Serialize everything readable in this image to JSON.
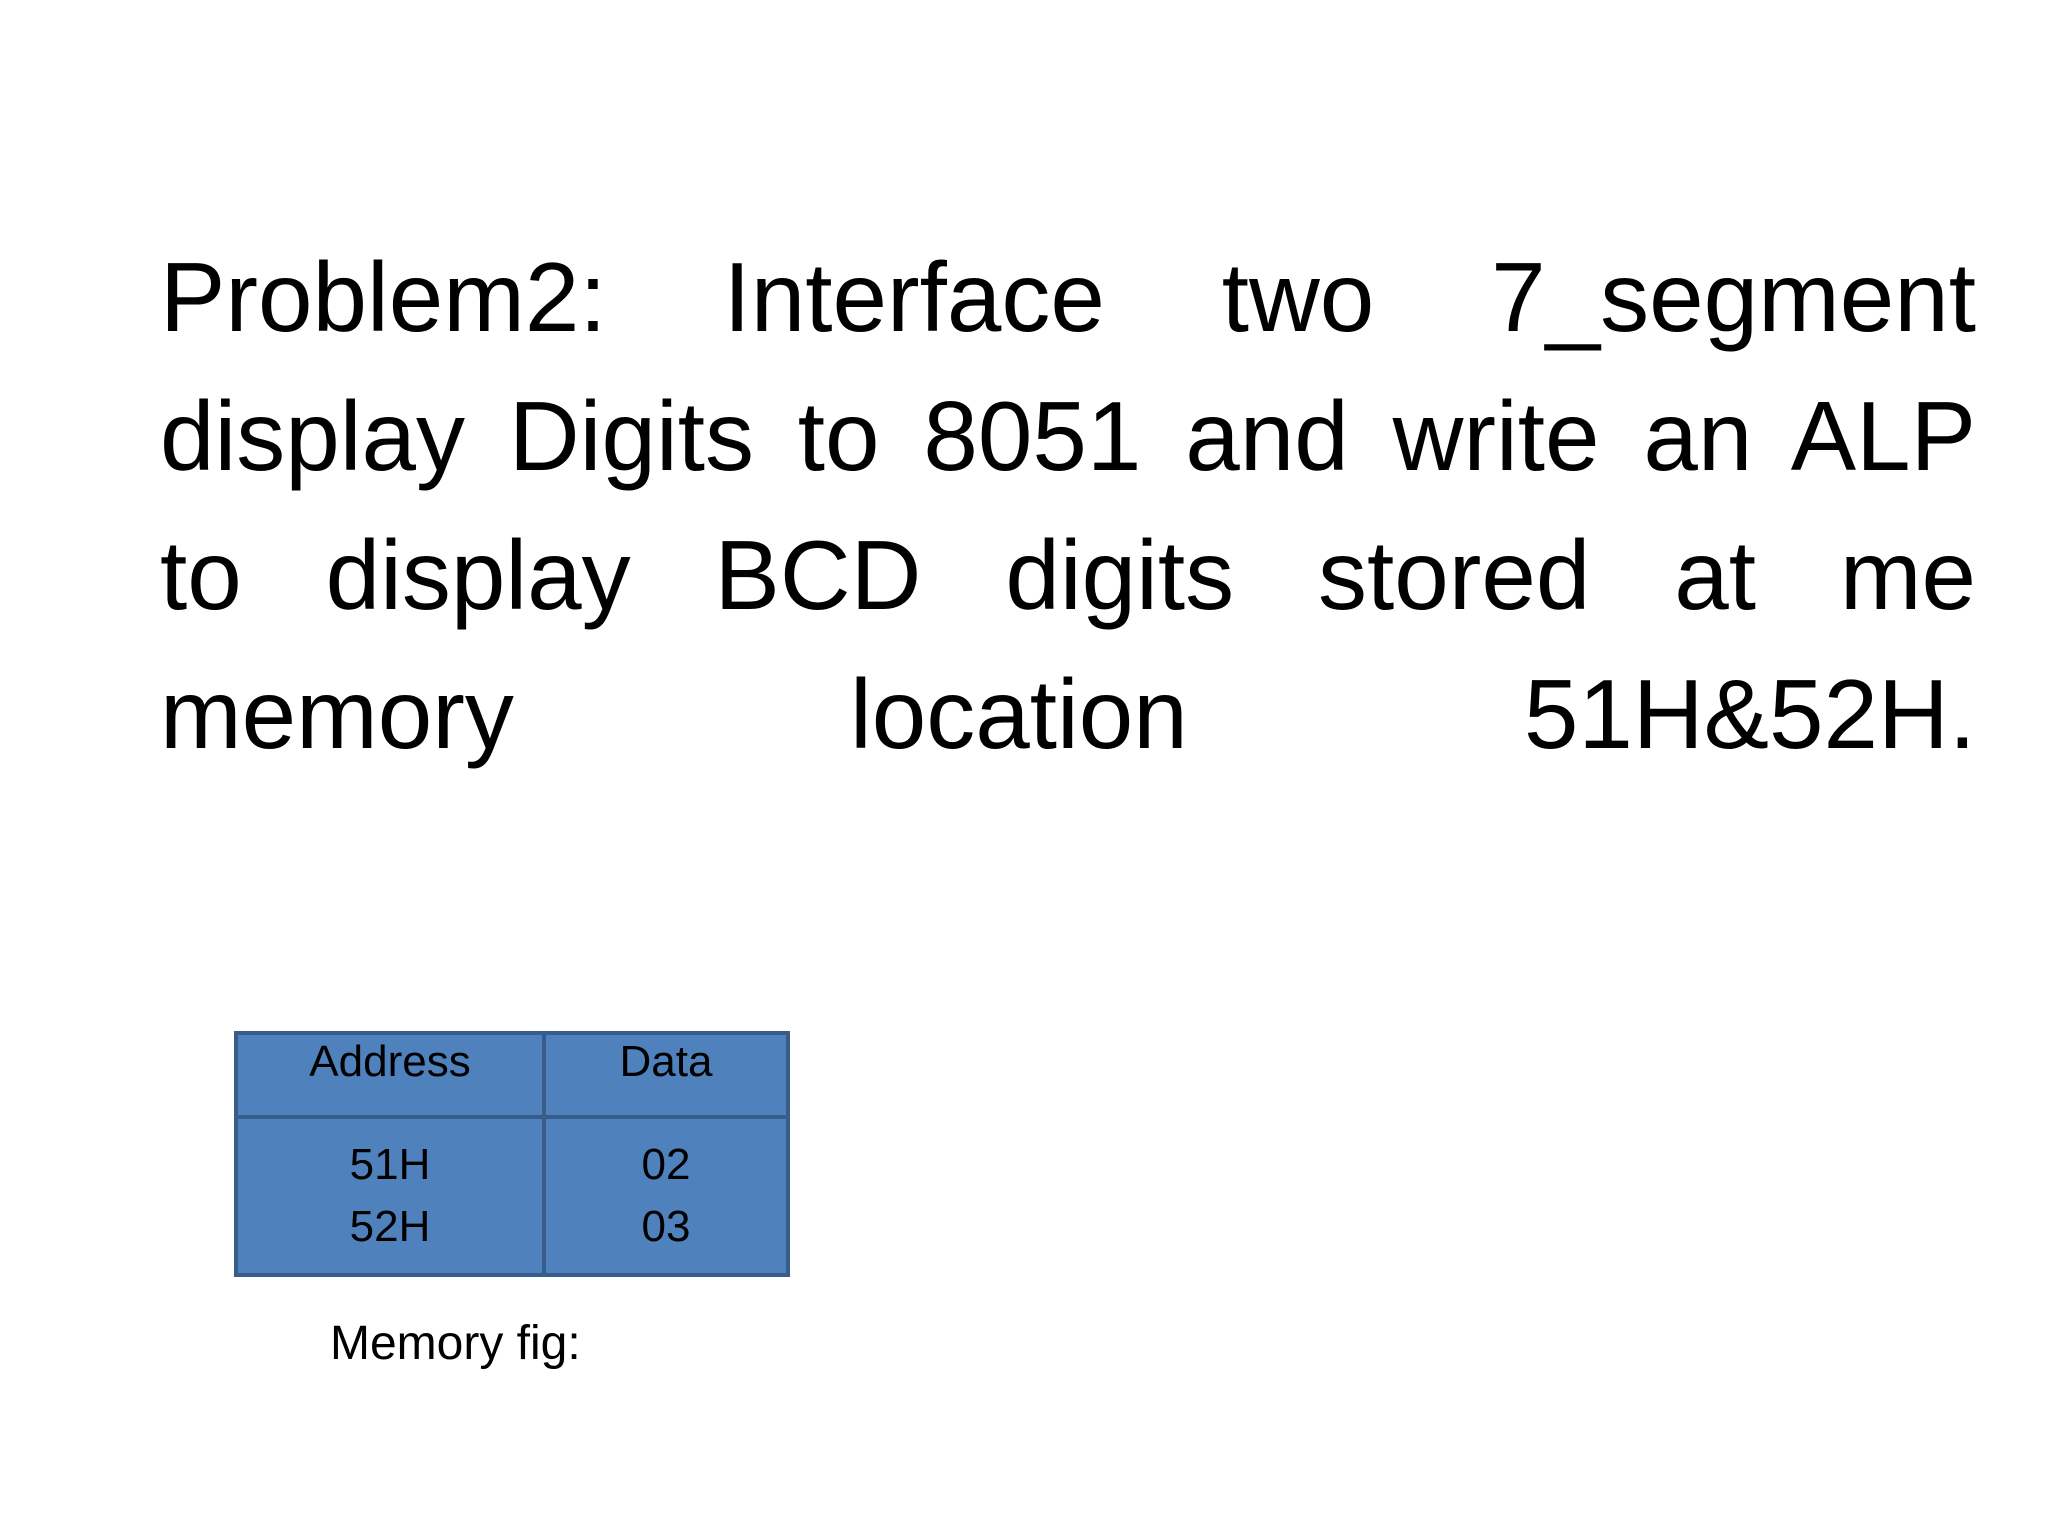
{
  "problem": {
    "lines": [
      "Problem2: Interface two 7_segment",
      "display Digits to 8051 and write an ALP",
      "to display BCD digits stored at me",
      "memory location 51H&52H."
    ]
  },
  "memory_table": {
    "headers": {
      "address": "Address",
      "data": "Data"
    },
    "rows": [
      {
        "address": "51H",
        "data": "02"
      },
      {
        "address": "52H",
        "data": "03"
      }
    ],
    "fill_color": "#4f81bd",
    "border_color": "#385d8a"
  },
  "caption": "Memory fig:"
}
